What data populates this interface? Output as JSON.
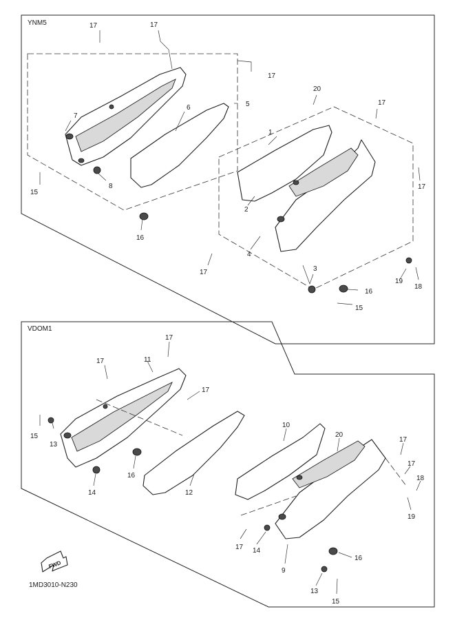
{
  "diagram": {
    "section_top": "YNM5",
    "section_bottom": "VDOM1",
    "figure_code": "1MD3010-N230",
    "fwd_label": "FWD",
    "callouts": {
      "top": [
        "17",
        "17",
        "17",
        "5",
        "6",
        "7",
        "8",
        "15",
        "16",
        "20",
        "1",
        "2",
        "17",
        "17",
        "4",
        "3",
        "16",
        "15",
        "19",
        "18",
        "17"
      ],
      "bottom": [
        "17",
        "17",
        "11",
        "17",
        "15",
        "13",
        "16",
        "14",
        "12",
        "10",
        "20",
        "17",
        "17",
        "18",
        "19",
        "17",
        "14",
        "16",
        "9",
        "13",
        "15"
      ]
    }
  }
}
